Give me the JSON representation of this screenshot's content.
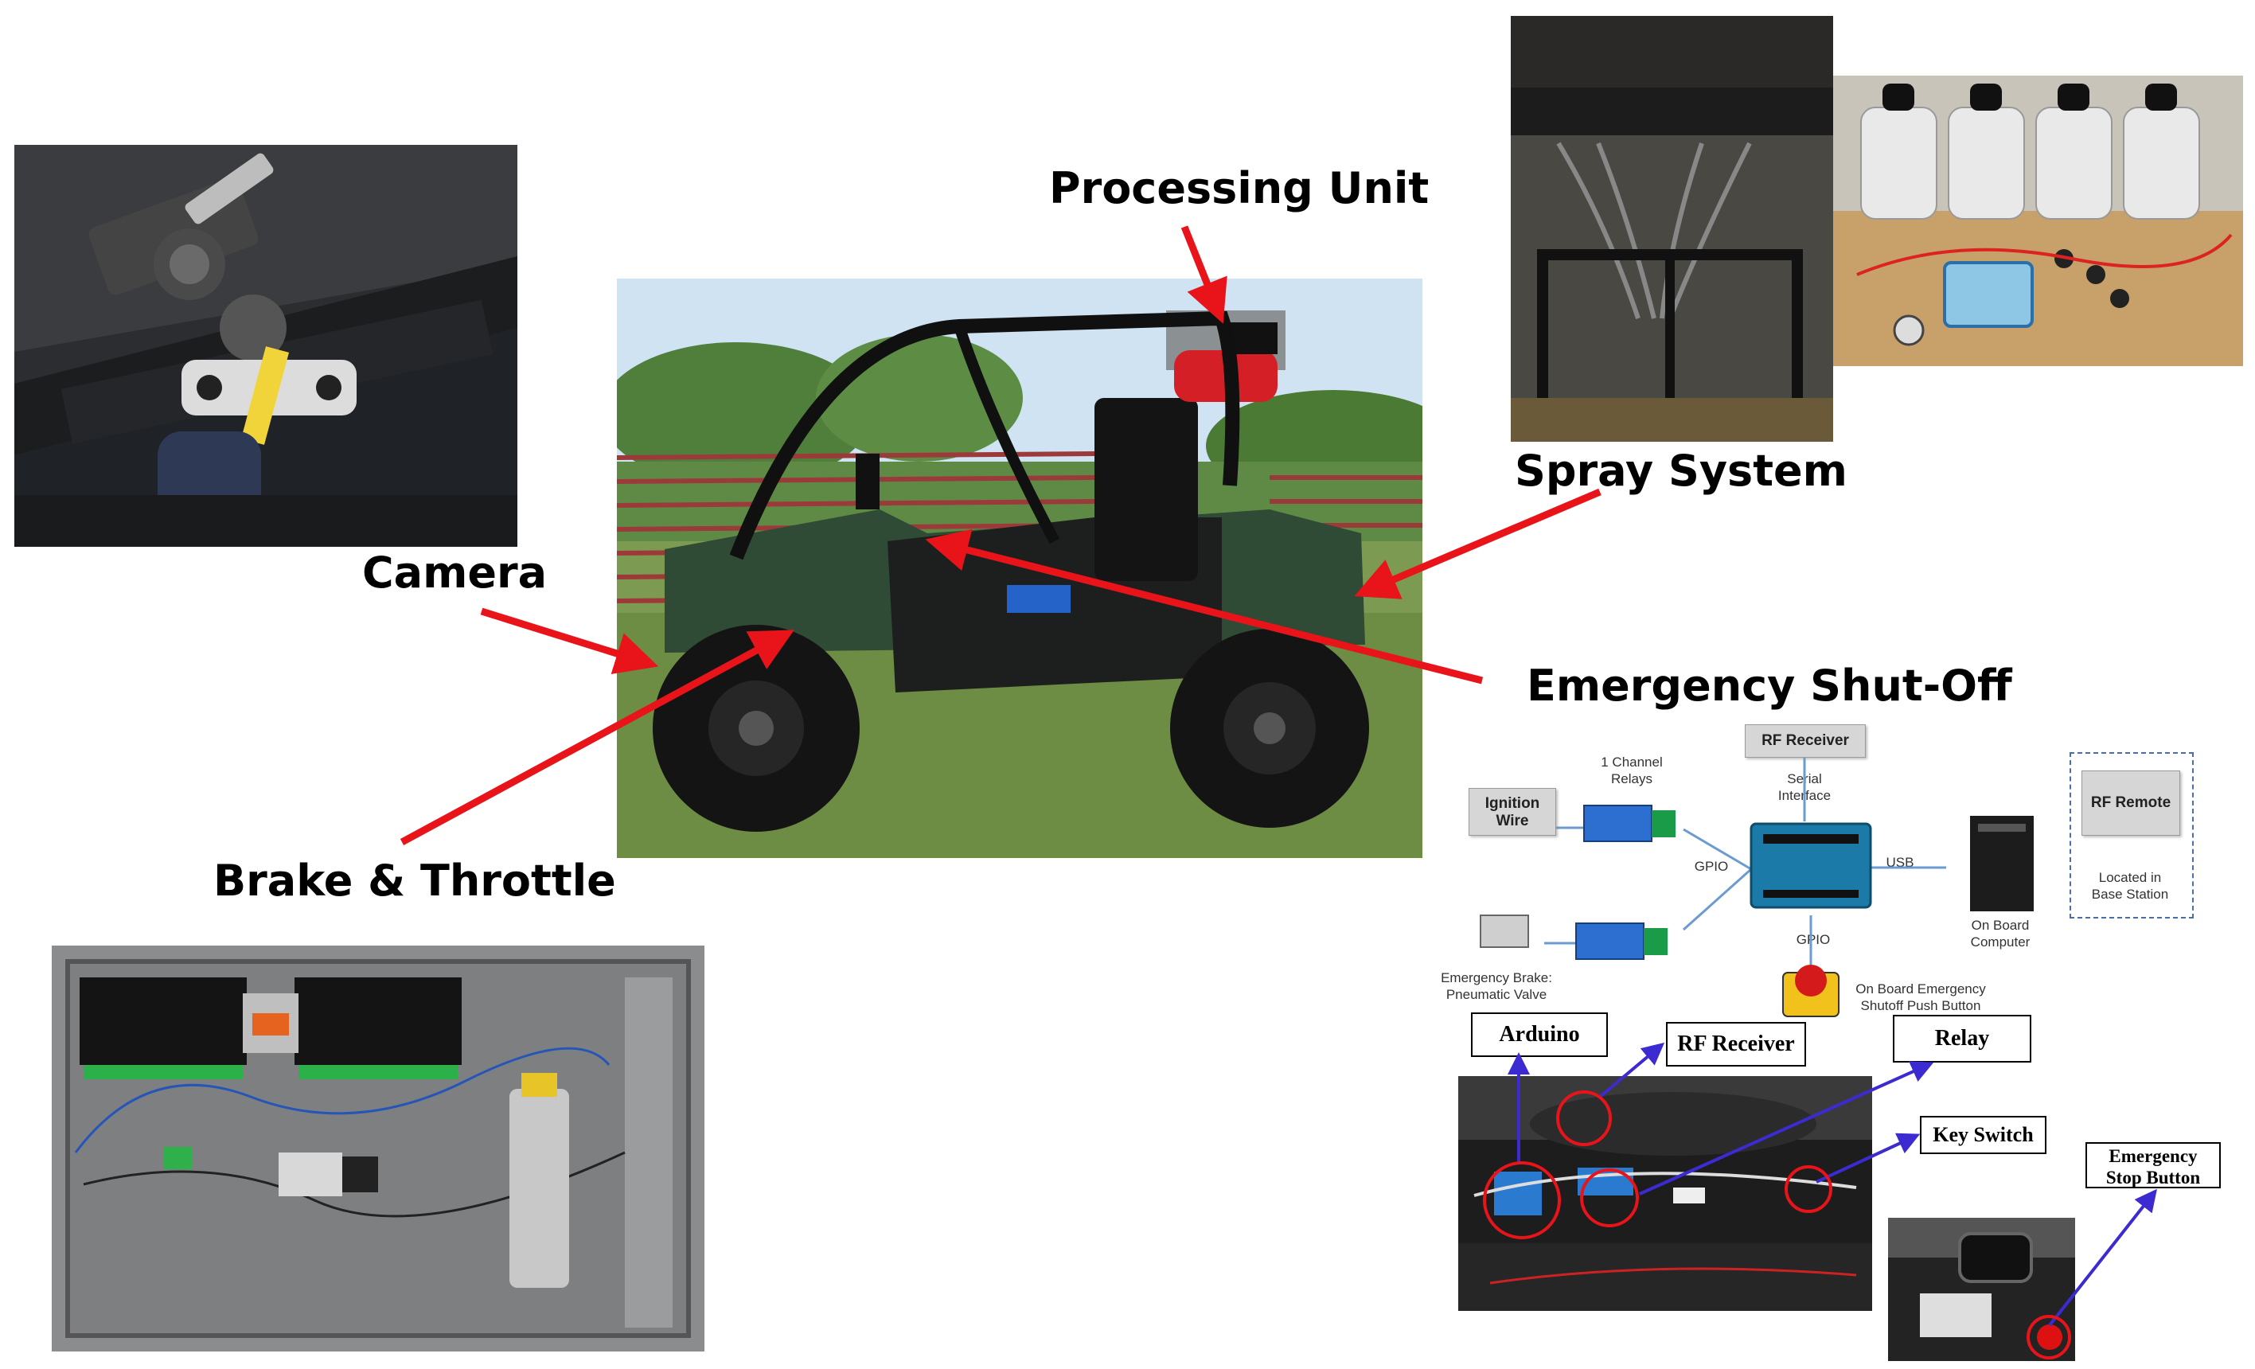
{
  "labels": {
    "processing_unit": "Processing Unit",
    "camera": "Camera",
    "spray_system": "Spray System",
    "emergency_shutoff": "Emergency Shut-Off",
    "brake_throttle": "Brake & Throttle"
  },
  "schematic": {
    "rf_receiver": "RF Receiver",
    "serial_interface_1": "Serial",
    "serial_interface_2": "Interface",
    "relays_1": "1 Channel",
    "relays_2": "Relays",
    "ignition_1": "Ignition",
    "ignition_2": "Wire",
    "gpio_left": "GPIO",
    "usb": "USB",
    "rf_remote": "RF Remote",
    "located_1": "Located in",
    "located_2": "Base Station",
    "onboard_computer_1": "On Board",
    "onboard_computer_2": "Computer",
    "gpio_bottom": "GPIO",
    "brake_valve_1": "Emergency Brake:",
    "brake_valve_2": "Pneumatic Valve",
    "push_button_1": "On Board Emergency",
    "push_button_2": "Shutoff Push Button"
  },
  "callouts": {
    "arduino": "Arduino",
    "rf_receiver": "RF Receiver",
    "relay": "Relay",
    "key_switch": "Key Switch",
    "estop_1": "Emergency",
    "estop_2": "Stop Button"
  },
  "colors": {
    "arrow_red": "#e8141a",
    "arrow_blue": "#3b2bd1",
    "schematic_line": "#6b9bd1",
    "vehicle_green": "#2f4a35"
  }
}
